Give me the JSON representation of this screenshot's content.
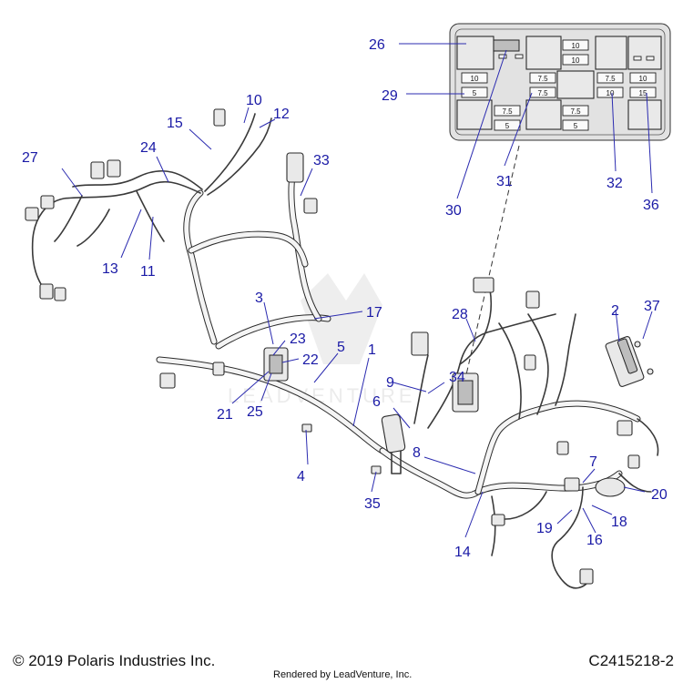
{
  "copyright": "© 2019 Polaris Industries Inc.",
  "rendered_by": "Rendered by LeadVenture, Inc.",
  "diagram_code": "C2415218-2",
  "watermark": "LEADVENTURE",
  "callouts": {
    "c1": "1",
    "c2": "2",
    "c3": "3",
    "c4": "4",
    "c5": "5",
    "c6": "6",
    "c7": "7",
    "c8": "8",
    "c9": "9",
    "c10": "10",
    "c11": "11",
    "c12": "12",
    "c13": "13",
    "c14": "14",
    "c15": "15",
    "c16": "16",
    "c17": "17",
    "c18": "18",
    "c19": "19",
    "c20": "20",
    "c21": "21",
    "c22": "22",
    "c23": "23",
    "c24": "24",
    "c25": "25",
    "c26": "26",
    "c27": "27",
    "c28": "28",
    "c29": "29",
    "c30": "30",
    "c31": "31",
    "c32": "32",
    "c33": "33",
    "c34": "34",
    "c35": "35",
    "c36": "36",
    "c37": "37"
  },
  "fuse_ratings": {
    "f10a": "10",
    "f10b": "10",
    "f10c": "10",
    "f10d": "10",
    "f10e": "10",
    "f5a": "5",
    "f5b": "5",
    "f5c": "5",
    "f75a": "7.5",
    "f75b": "7.5",
    "f75c": "7.5",
    "f75d": "7.5",
    "f75e": "7.5",
    "f15": "15"
  },
  "colors": {
    "callout": "#1a1aa6",
    "line_art": "#2a2a2a"
  }
}
